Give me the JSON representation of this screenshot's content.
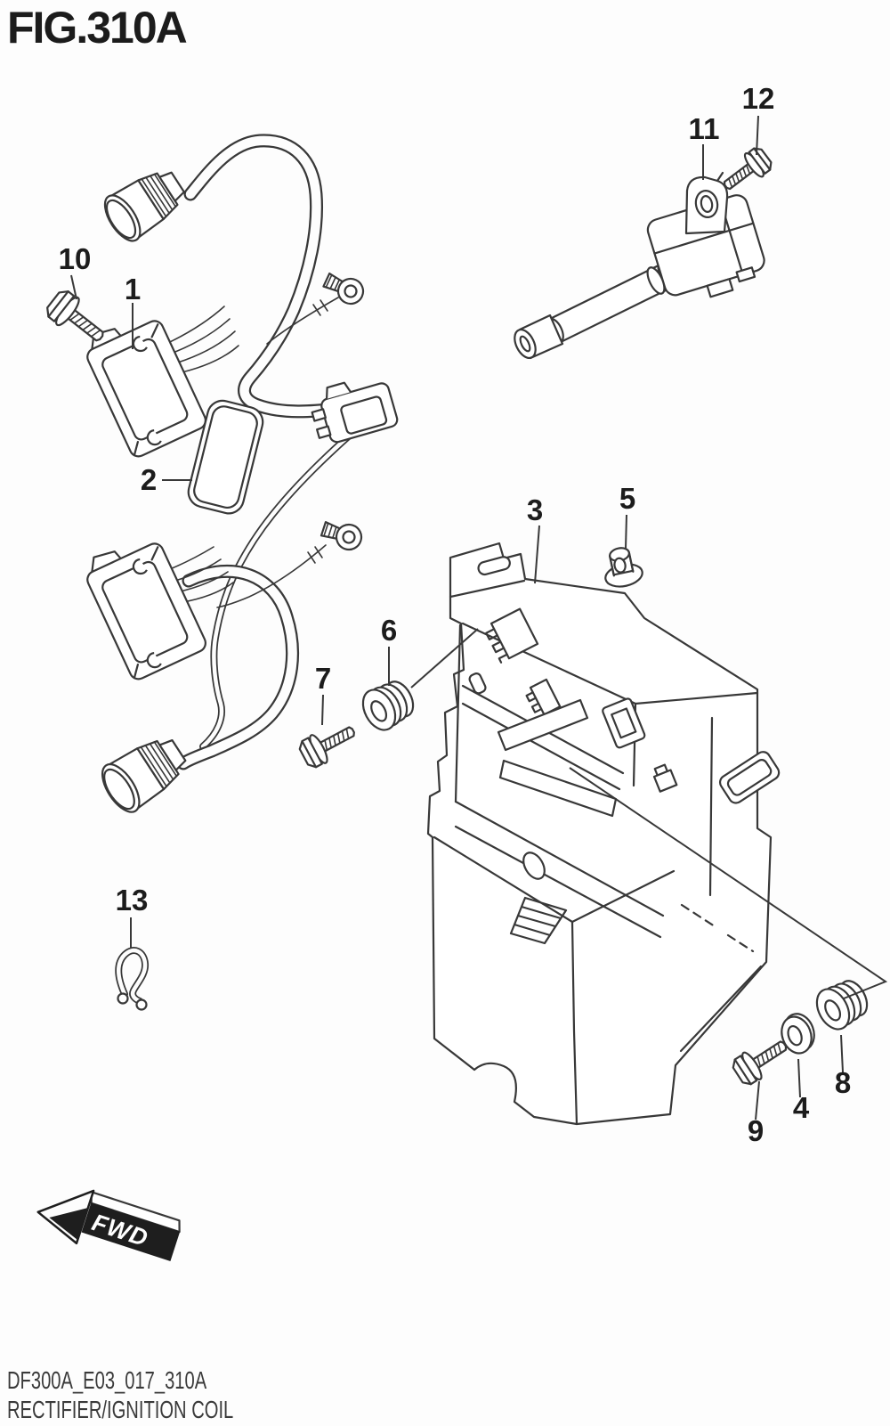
{
  "figure": {
    "title": "FIG.310A"
  },
  "footer": {
    "drawing_code": "DF300A_E03_017_310A",
    "caption": "RECTIFIER/IGNITION COIL"
  },
  "orientation": {
    "fwd_label": "FWD"
  },
  "palette": {
    "line": "#383838",
    "background": "#fdfdfd",
    "arrow_fill": "#1e1e1e"
  },
  "callouts": [
    {
      "label": "1"
    },
    {
      "label": "2"
    },
    {
      "label": "3"
    },
    {
      "label": "4"
    },
    {
      "label": "5"
    },
    {
      "label": "6"
    },
    {
      "label": "7"
    },
    {
      "label": "8"
    },
    {
      "label": "9"
    },
    {
      "label": "10"
    },
    {
      "label": "11"
    },
    {
      "label": "12"
    },
    {
      "label": "13"
    }
  ]
}
